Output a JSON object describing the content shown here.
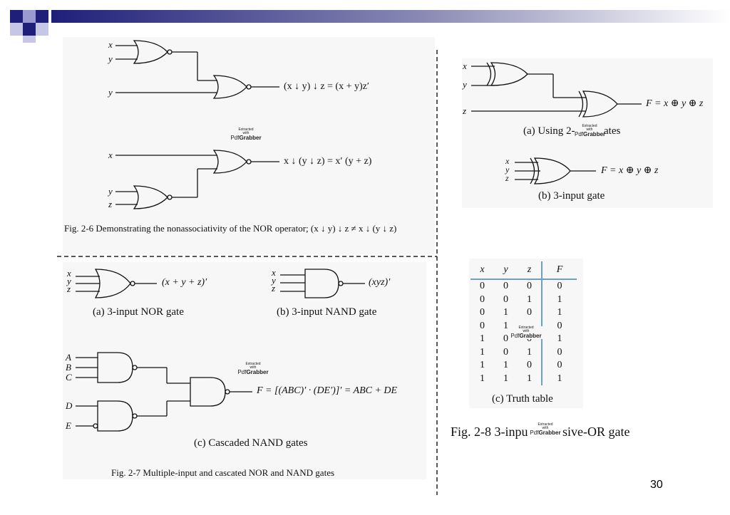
{
  "slide": {
    "page_number": "30",
    "colors": {
      "banner_dark": "#1f1f7a",
      "banner_light": "#ffffff",
      "table_rule": "#6aa0d0"
    }
  },
  "fig26": {
    "top_labels": {
      "x": "x",
      "y1": "y",
      "y2": "y"
    },
    "top_output": "(x ↓ y) ↓ z = (x + y)z′",
    "bottom_labels": {
      "x": "x",
      "y": "y",
      "z": "z"
    },
    "bottom_output": "x ↓ (y ↓ z) = x′ (y + z)",
    "caption": "Fig. 2-6  Demonstrating the nonassociativity of the NOR operator; (x ↓ y) ↓ z ≠ x ↓ (y ↓ z)"
  },
  "fig27": {
    "nor_inputs": [
      "x",
      "y",
      "z"
    ],
    "nor_output": "(x + y + z)′",
    "nor_caption": "(a) 3-input NOR gate",
    "nand_inputs": [
      "x",
      "y",
      "z"
    ],
    "nand_output": "(xyz)′",
    "nand_caption": "(b) 3-input NAND gate",
    "cascade_inputs": [
      "A",
      "B",
      "C",
      "D",
      "E"
    ],
    "cascade_output": "F = [(ABC)′ · (DE′)]′ = ABC + DE",
    "cascade_caption": "(c) Cascaded NAND gates",
    "caption": "Fig. 2-7  Multiple-input and cascated NOR and NAND gates"
  },
  "fig28": {
    "a_inputs": [
      "x",
      "y",
      "z"
    ],
    "a_output": "F = x ⊕ y ⊕ z",
    "a_caption_left": "(a) Using 2-",
    "a_caption_right": "ates",
    "b_inputs": [
      "x",
      "y",
      "z"
    ],
    "b_output": "F = x ⊕ y ⊕ z",
    "b_caption": "(b) 3-input gate",
    "table_headers": [
      "x",
      "y",
      "z",
      "F"
    ],
    "table_rows": [
      [
        "0",
        "0",
        "0",
        "0"
      ],
      [
        "0",
        "0",
        "1",
        "1"
      ],
      [
        "0",
        "1",
        "0",
        "1"
      ],
      [
        "0",
        "1",
        "",
        "0"
      ],
      [
        "1",
        "0",
        "0",
        "1"
      ],
      [
        "1",
        "0",
        "1",
        "0"
      ],
      [
        "1",
        "1",
        "0",
        "0"
      ],
      [
        "1",
        "1",
        "1",
        "1"
      ]
    ],
    "table_caption": "(c) Truth table",
    "caption_left": "Fig. 2-8  3-inpu",
    "caption_right": "sive-OR gate"
  },
  "watermark": {
    "line1": "Extracted",
    "line2": "with",
    "brand_a": "Pdf",
    "brand_b": "Grabber"
  }
}
